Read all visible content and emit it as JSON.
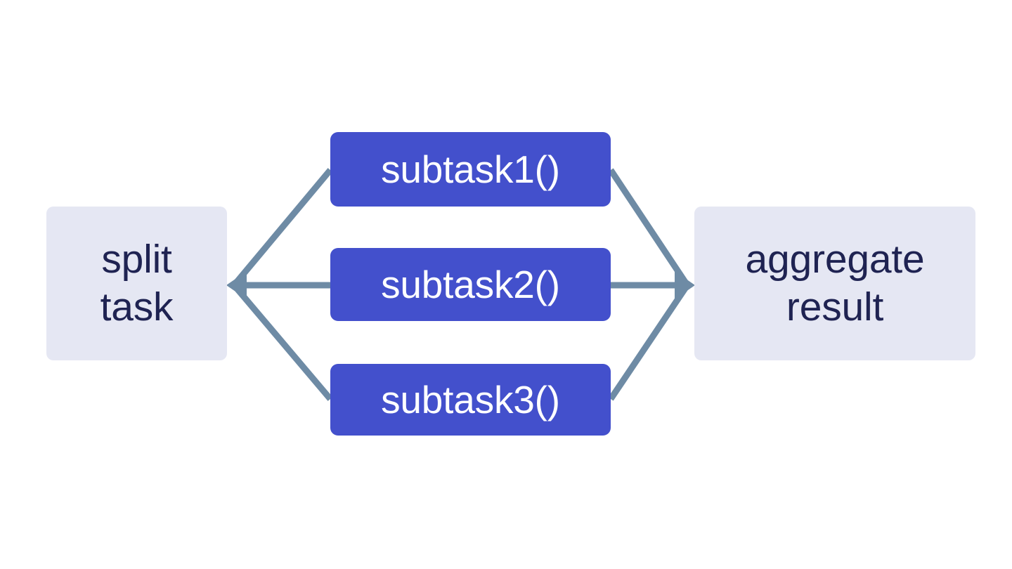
{
  "diagram": {
    "title": "parallel task split and aggregate flow",
    "background_color": "#ffffff",
    "connector_color": "#6e8ba5",
    "connector_width": 9,
    "nodes": {
      "split": {
        "label": "split\ntask",
        "type": "io",
        "fill": "#e5e7f3",
        "text_color": "#1f2352"
      },
      "aggregate": {
        "label": "aggregate\nresult",
        "type": "io",
        "fill": "#e5e7f3",
        "text_color": "#1f2352"
      },
      "subtask1": {
        "label": "subtask1()",
        "type": "task",
        "fill": "#4350cc",
        "text_color": "#ffffff"
      },
      "subtask2": {
        "label": "subtask2()",
        "type": "task",
        "fill": "#4350cc",
        "text_color": "#ffffff"
      },
      "subtask3": {
        "label": "subtask3()",
        "type": "task",
        "fill": "#4350cc",
        "text_color": "#ffffff"
      }
    },
    "edges": [
      {
        "name": "subtask1-to-split",
        "from": "subtask1",
        "to": "split",
        "arrow": "left"
      },
      {
        "name": "subtask2-to-split",
        "from": "subtask2",
        "to": "split",
        "arrow": "left"
      },
      {
        "name": "subtask3-to-split",
        "from": "subtask3",
        "to": "split",
        "arrow": "left"
      },
      {
        "name": "subtask1-to-aggregate",
        "from": "subtask1",
        "to": "aggregate",
        "arrow": "right"
      },
      {
        "name": "subtask2-to-aggregate",
        "from": "subtask2",
        "to": "aggregate",
        "arrow": "right"
      },
      {
        "name": "subtask3-to-aggregate",
        "from": "subtask3",
        "to": "aggregate",
        "arrow": "right"
      }
    ]
  }
}
